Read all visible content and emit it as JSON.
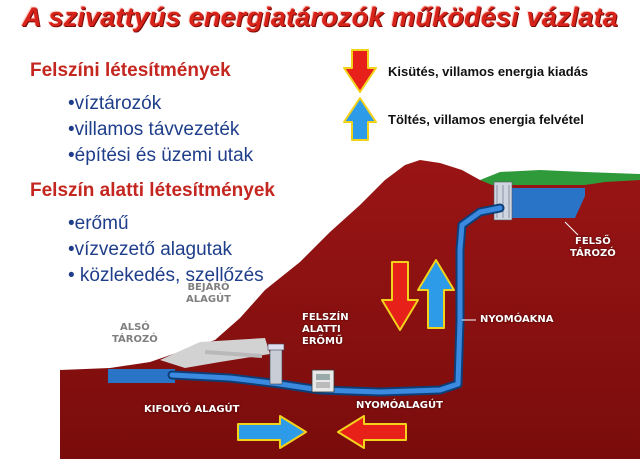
{
  "title": "A szivattyús energiatározók működési vázlata",
  "surface": {
    "heading": "Felszíni létesítmények",
    "items": [
      "•víztározók",
      "•villamos távvezeték",
      "•építési és üzemi utak"
    ]
  },
  "underground": {
    "heading": "Felszín alatti létesítmények",
    "items": [
      "•erőmű",
      "•vízvezető alagutak",
      "• közlekedés, szellőzés"
    ]
  },
  "legend": {
    "discharge": "Kisütés, villamos energia kiadás",
    "charge": "Töltés, villamos energia felvétel"
  },
  "labels": {
    "upper_reservoir": [
      "FELSŐ",
      "TÁROZÓ"
    ],
    "lower_reservoir": [
      "ALSÓ",
      "TÁROZÓ"
    ],
    "access_tunnel": [
      "BEJÁRÓ",
      "ALAGÚT"
    ],
    "powerhouse": [
      "FELSZÍN",
      "ALATTI",
      "ERŐMŰ"
    ],
    "penstock_shaft": "NYOMÓAKNA",
    "outflow_tunnel": "KIFOLYÓ ALAGÚT",
    "pressure_tunnel": "NYOMÓALAGÚT"
  },
  "colors": {
    "title": "#d8231b",
    "heading": "#c42620",
    "bullets": "#1f3e8a",
    "mountain": "#8b1212",
    "water": "#2a74c8",
    "arrow_red": "#e8201a",
    "arrow_blue": "#2e9be8",
    "arrow_outline": "#f2d21b",
    "grass": "#2f9a3a"
  }
}
